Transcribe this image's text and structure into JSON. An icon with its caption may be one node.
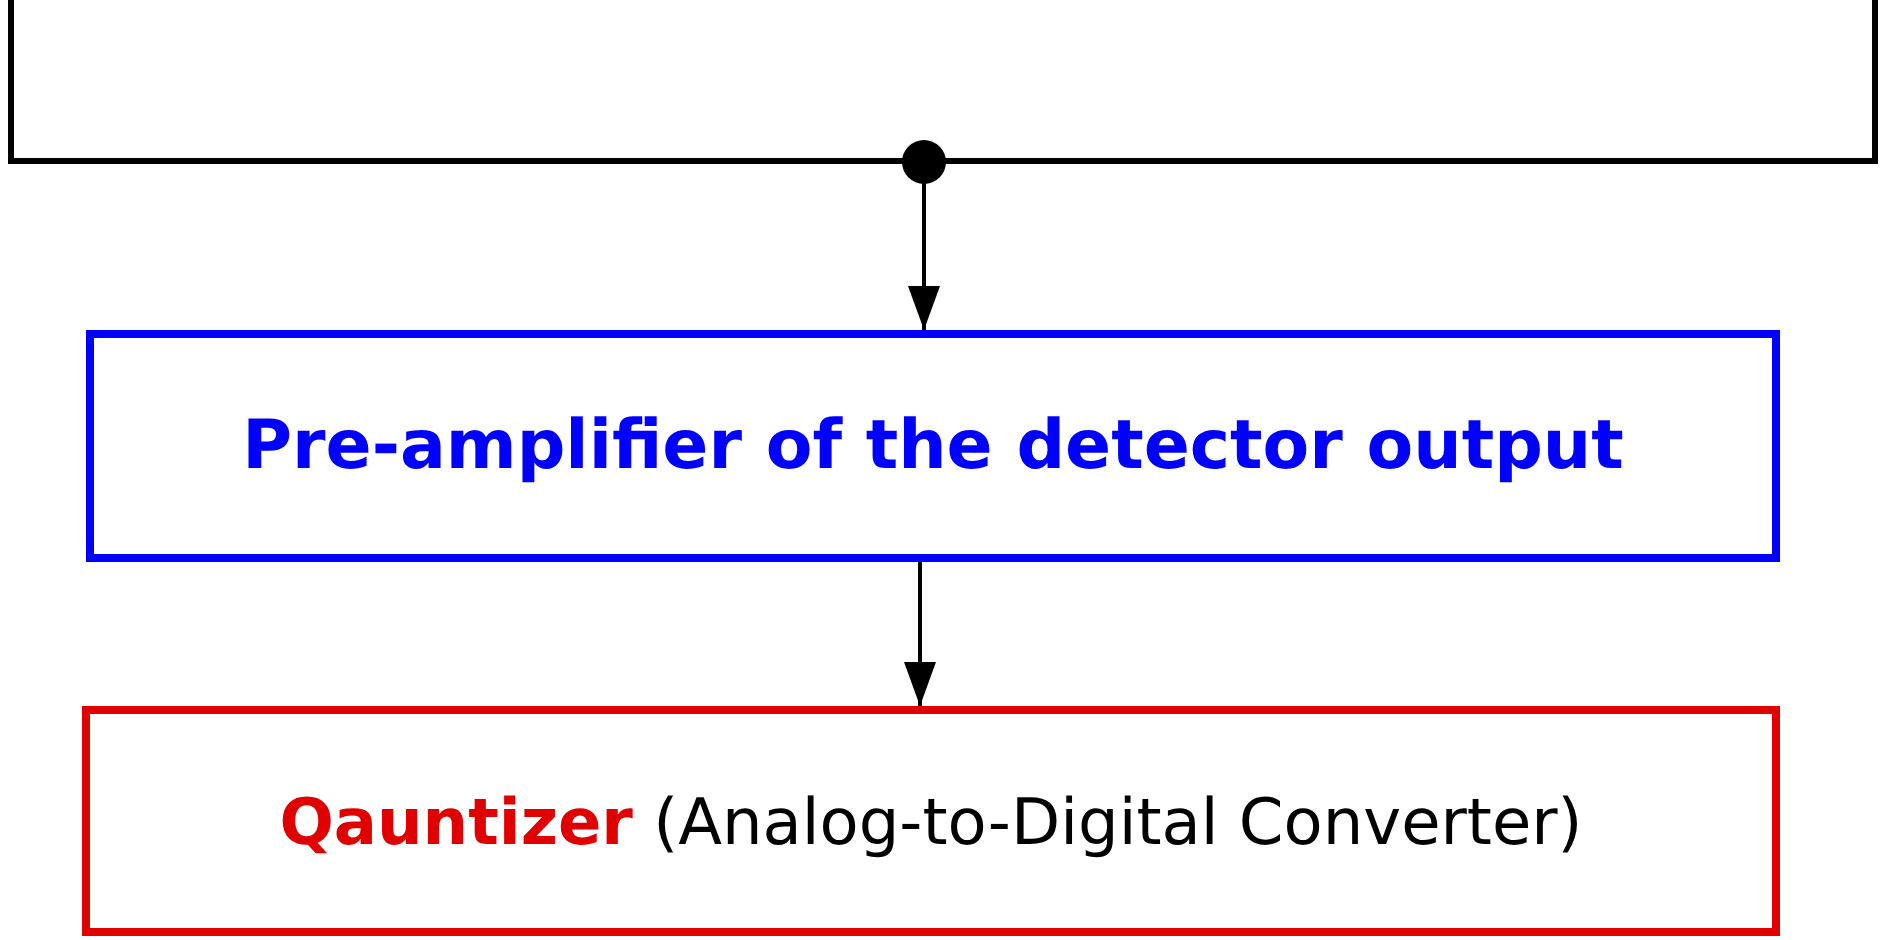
{
  "diagram": {
    "nodes": [
      {
        "text": [],
        "shape": "box"
      },
      {
        "text": [
          "Pre-amplifier of the detector output"
        ]
      },
      {
        "text": [
          "**Qauntizer** (Analog-to-Digital Converter)"
        ]
      }
    ],
    "edges": [
      {
        "from": 0,
        "to": 1,
        "arrow": "to"
      },
      {
        "from": 1,
        "to": 2,
        "arrow": "to"
      }
    ]
  }
}
